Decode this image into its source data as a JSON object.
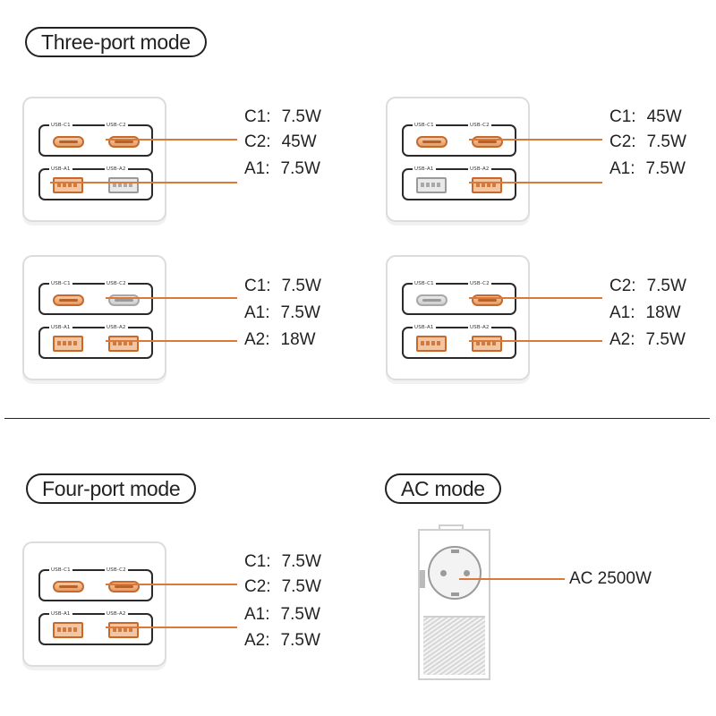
{
  "sections": {
    "three_port": "Three-port mode",
    "four_port": "Four-port mode",
    "ac": "AC mode"
  },
  "port_names": {
    "c1": "USB-C1",
    "c2": "USB-C2",
    "a1": "USB-A1",
    "a2": "USB-A2"
  },
  "devices": [
    {
      "active": {
        "c1": true,
        "c2": true,
        "a1": true,
        "a2": false
      },
      "rows": [
        {
          "port": "C1:",
          "power": "7.5W"
        },
        {
          "port": "C2:",
          "power": "45W"
        },
        {
          "port": "A1:",
          "power": "7.5W"
        }
      ]
    },
    {
      "active": {
        "c1": true,
        "c2": true,
        "a1": false,
        "a2": true
      },
      "rows": [
        {
          "port": "C1:",
          "power": "45W"
        },
        {
          "port": "C2:",
          "power": "7.5W"
        },
        {
          "port": "A1:",
          "power": "7.5W"
        }
      ]
    },
    {
      "active": {
        "c1": true,
        "c2": false,
        "a1": true,
        "a2": true
      },
      "rows": [
        {
          "port": "C1:",
          "power": "7.5W"
        },
        {
          "port": "A1:",
          "power": "7.5W"
        },
        {
          "port": "A2:",
          "power": "18W"
        }
      ]
    },
    {
      "active": {
        "c1": false,
        "c2": true,
        "a1": true,
        "a2": true
      },
      "rows": [
        {
          "port": "C2:",
          "power": "7.5W"
        },
        {
          "port": "A1:",
          "power": "18W"
        },
        {
          "port": "A2:",
          "power": "7.5W"
        }
      ]
    },
    {
      "active": {
        "c1": true,
        "c2": true,
        "a1": true,
        "a2": true
      },
      "rows": [
        {
          "port": "C1:",
          "power": "7.5W"
        },
        {
          "port": "C2:",
          "power": "7.5W"
        },
        {
          "port": "A1:",
          "power": "7.5W"
        },
        {
          "port": "A2:",
          "power": "7.5W"
        }
      ]
    }
  ],
  "ac_device": {
    "label": "AC 2500W"
  },
  "colors": {
    "accent": "#d97a3a",
    "outline": "#222222",
    "device_border": "#dcdcdc"
  }
}
